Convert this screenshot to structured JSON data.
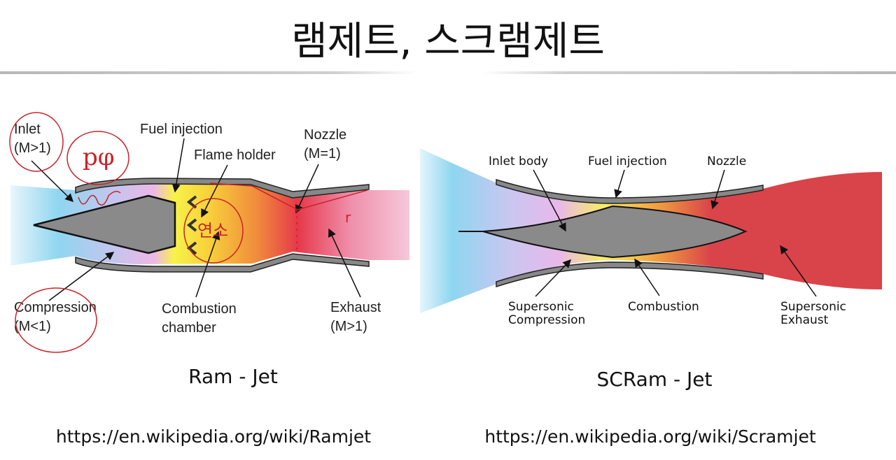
{
  "title": "램제트, 스크램제트",
  "ramjet": {
    "labels": {
      "inlet": "Inlet",
      "inlet_mach": "(M>1)",
      "fuel_injection": "Fuel injection",
      "flame_holder": "Flame holder",
      "nozzle": "Nozzle",
      "nozzle_mach": "(M=1)",
      "compression": "Compression",
      "compression_mach": "(M<1)",
      "combustion": "Combustion",
      "combustion_2": "chamber",
      "exhaust": "Exhaust",
      "exhaust_mach": "(M>1)"
    },
    "annotations": {
      "p_phi": "pφ",
      "yeonso": "연소",
      "r": "r"
    },
    "caption": "Ram - Jet",
    "url": "https://en.wikipedia.org/wiki/Ramjet"
  },
  "scramjet": {
    "labels": {
      "inlet_body": "Inlet body",
      "fuel_injection": "Fuel injection",
      "nozzle": "Nozzle",
      "supersonic_1": "Supersonic",
      "compression": "Compression",
      "combustion": "Combustion",
      "supersonic_2": "Supersonic",
      "exhaust": "Exhaust"
    },
    "caption": "SCRam - Jet",
    "url": "https://en.wikipedia.org/wiki/Scramjet"
  },
  "colors": {
    "annotation": "#c8222a",
    "exhaust_red": "#d9434a",
    "body_gray": "#8a8a8a"
  }
}
